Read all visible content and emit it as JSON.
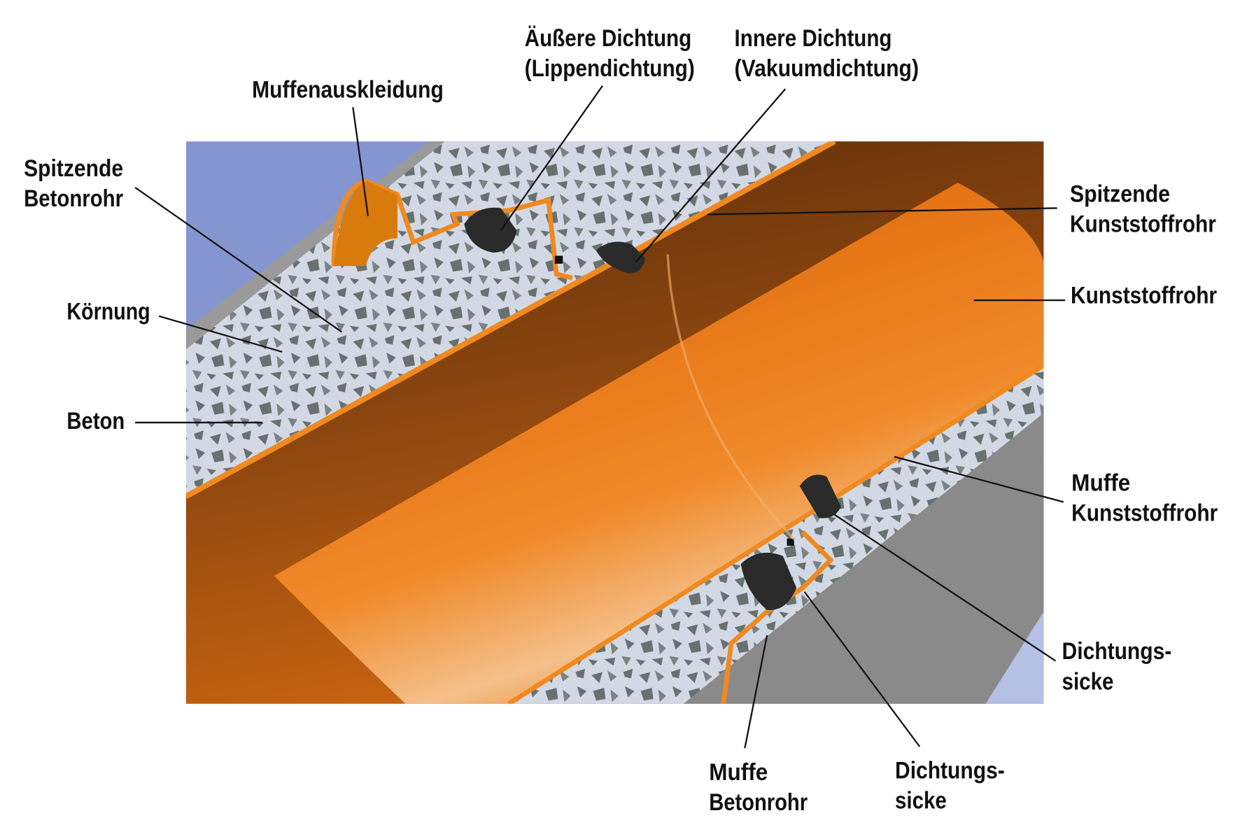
{
  "labels": {
    "outer_seal": [
      "Äußere Dichtung",
      "(Lippendichtung)"
    ],
    "inner_seal": [
      "Innere Dichtung",
      "(Vakuumdichtung)"
    ],
    "socket_lining": [
      "Muffenauskleidung"
    ],
    "spigot_concrete": [
      "Spitzende",
      "Betonrohr"
    ],
    "aggregate": [
      "Körnung"
    ],
    "concrete": [
      "Beton"
    ],
    "spigot_plastic": [
      "Spitzende",
      "Kunststoffrohr"
    ],
    "plastic_pipe": [
      "Kunststoffrohr"
    ],
    "socket_plastic": [
      "Muffe",
      "Kunststoffrohr"
    ],
    "seal_groove_right": [
      "Dichtungs-",
      "sicke"
    ],
    "socket_concrete": [
      "Muffe",
      "Betonrohr"
    ],
    "seal_groove_bottom": [
      "Dichtungs-",
      "sicke"
    ]
  },
  "colors": {
    "background_blue": "#8595d0",
    "concrete_light": "#d3d9e4",
    "aggregate_dark": "#67716f",
    "plastic_orange": "#e8760f",
    "pipe_brown": "#6a3409",
    "seal_black": "#2a2a2a",
    "concrete_outer": "#8c8c8c"
  }
}
